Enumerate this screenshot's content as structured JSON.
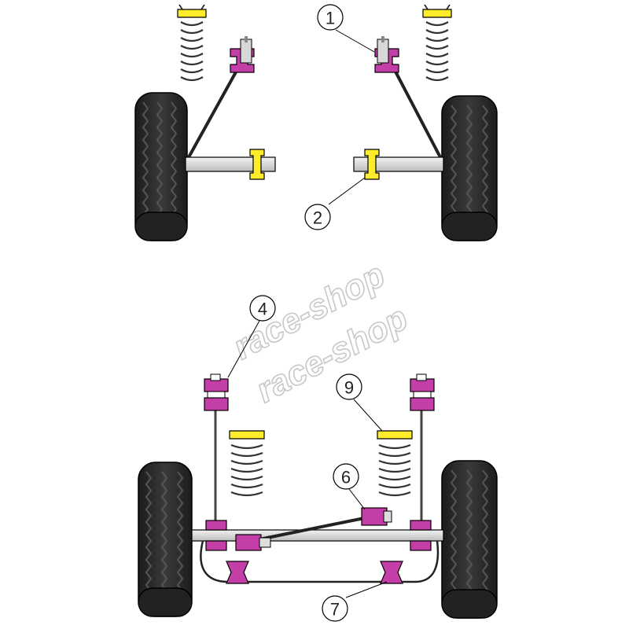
{
  "diagram": {
    "watermark": [
      "race-shop",
      "race-shop"
    ],
    "callouts": [
      {
        "id": "1",
        "label": "1"
      },
      {
        "id": "2",
        "label": "2"
      },
      {
        "id": "4",
        "label": "4"
      },
      {
        "id": "6",
        "label": "6"
      },
      {
        "id": "7",
        "label": "7"
      },
      {
        "id": "9",
        "label": "9"
      }
    ],
    "colors": {
      "bush_purple": "#c43ea8",
      "bush_yellow": "#ffec2a",
      "tire": "#2b2b2b",
      "metal": "#cfcfcf",
      "outline": "#000000"
    }
  }
}
